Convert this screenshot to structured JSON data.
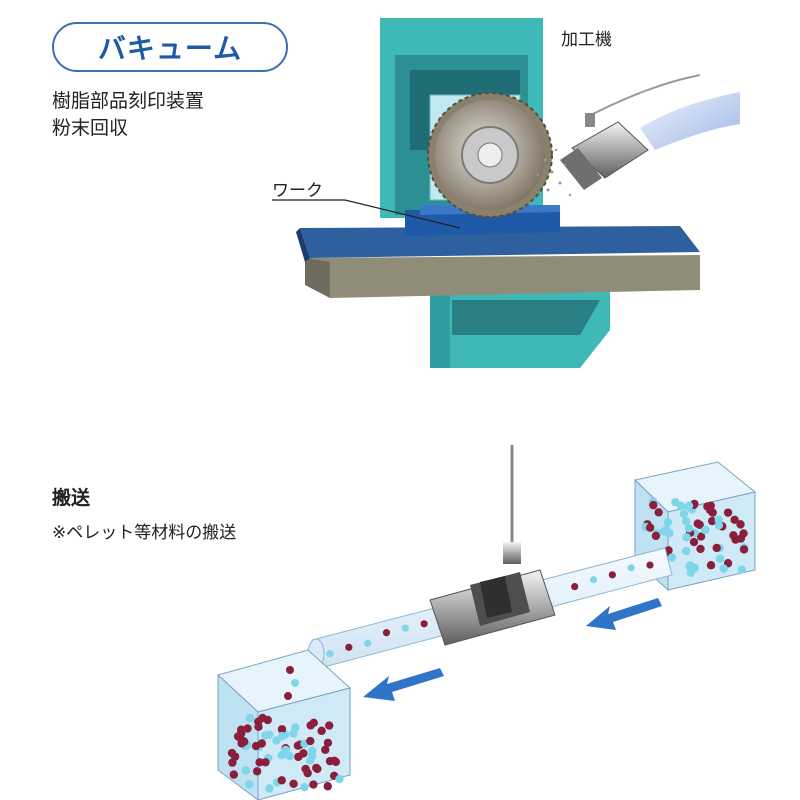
{
  "vacuum": {
    "badge": "バキューム",
    "desc_line1": "樹脂部品刻印装置",
    "desc_line2": "粉末回収",
    "machine_label": "加工機",
    "work_label": "ワーク"
  },
  "transport": {
    "heading": "搬送",
    "note": "※ペレット等材料の搬送"
  },
  "colors": {
    "badge_border": "#3a6fb0",
    "badge_text": "#1f5aa6",
    "machine_teal": "#3fb8b8",
    "table_blue": "#2e5f9e",
    "arrow_blue": "#2f74c8",
    "pellet_red": "#8a1f3c",
    "pellet_cyan": "#7fd6ea"
  },
  "icons": [
    "machine-illustration",
    "saw-blade-icon",
    "vacuum-nozzle-icon",
    "flow-arrow-icon",
    "pellet-box-icon"
  ]
}
